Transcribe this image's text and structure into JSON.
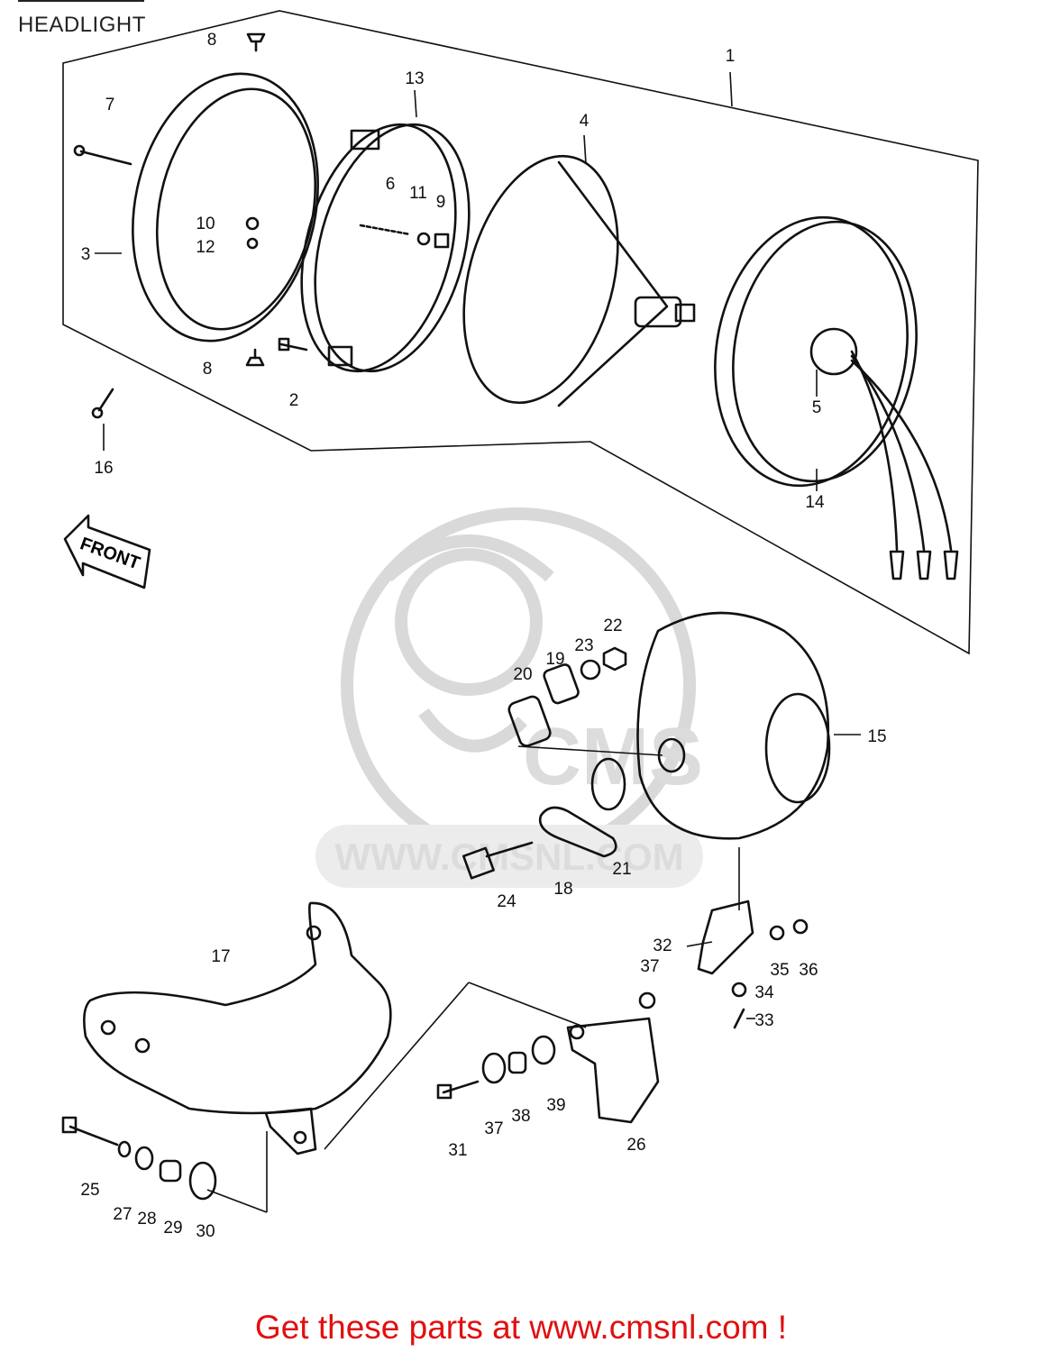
{
  "title": "HEADLIGHT",
  "front_label": "FRONT",
  "watermark": {
    "brand": "CMS",
    "url": "WWW.CMSNL.COM"
  },
  "footer": "Get these parts at www.cmsnl.com !",
  "callouts": {
    "n1": "1",
    "n2": "2",
    "n3": "3",
    "n4": "4",
    "n5": "5",
    "n6": "6",
    "n7": "7",
    "n8a": "8",
    "n8b": "8",
    "n9": "9",
    "n10": "10",
    "n11": "11",
    "n12": "12",
    "n13": "13",
    "n14": "14",
    "n15": "15",
    "n16": "16",
    "n17": "17",
    "n18": "18",
    "n19": "19",
    "n20": "20",
    "n21": "21",
    "n22": "22",
    "n23": "23",
    "n24": "24",
    "n25": "25",
    "n26": "26",
    "n27": "27",
    "n28": "28",
    "n29": "29",
    "n30": "30",
    "n31": "31",
    "n32": "32",
    "n33": "33",
    "n34": "34",
    "n35": "35",
    "n36": "36",
    "n37a": "37",
    "n37b": "37",
    "n38": "38",
    "n39": "39"
  }
}
